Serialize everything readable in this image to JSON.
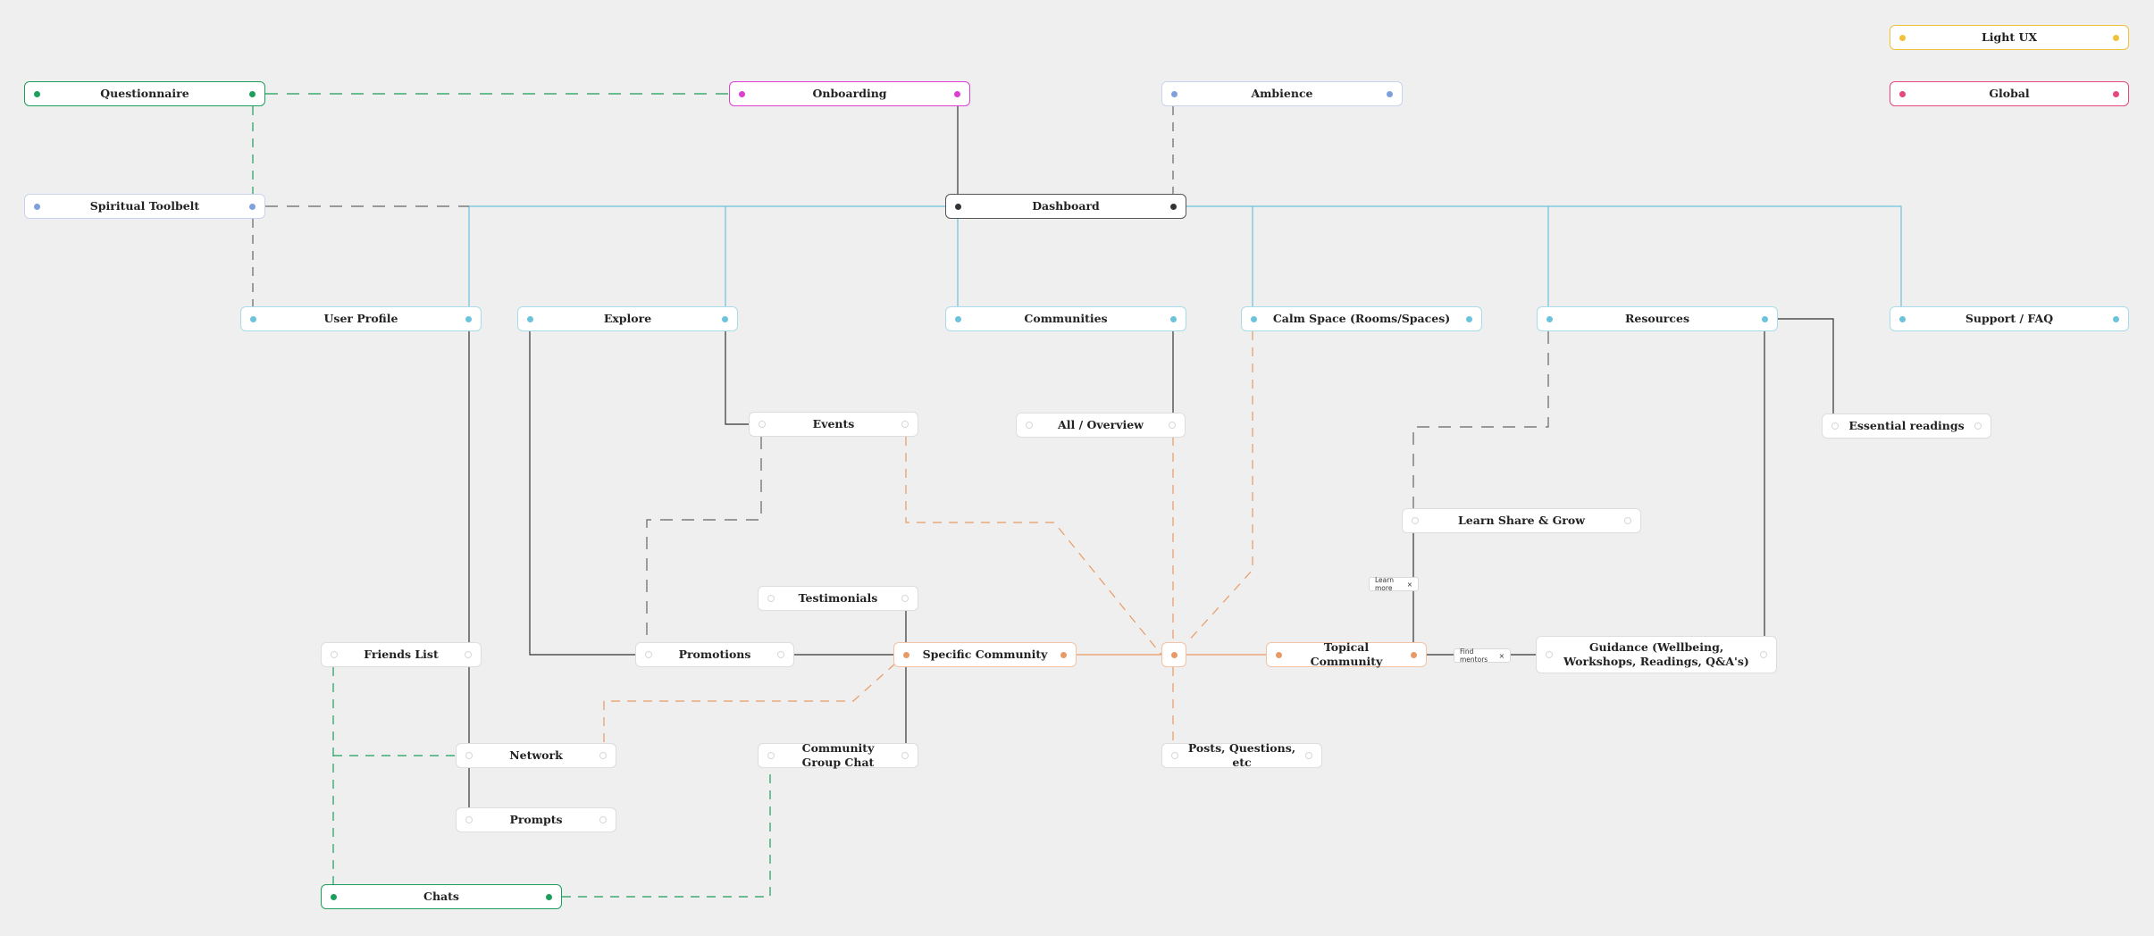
{
  "colors": {
    "teal": "#6cc3dc",
    "green": "#1e9e5c",
    "magenta": "#de3ed1",
    "gray_dark": "#333333",
    "gray_dash": "#666666",
    "orange": "#e89a66",
    "purple_blue": "#7ea0dd",
    "yellow": "#f1c13a",
    "pink": "#e5487a"
  },
  "nodes": [
    {
      "id": "light-ux",
      "label": "Light UX",
      "theme": "yellow"
    },
    {
      "id": "global",
      "label": "Global",
      "theme": "pink"
    },
    {
      "id": "questionnaire",
      "label": "Questionnaire",
      "theme": "green"
    },
    {
      "id": "onboarding",
      "label": "Onboarding",
      "theme": "magenta"
    },
    {
      "id": "ambience",
      "label": "Ambience",
      "theme": "lav"
    },
    {
      "id": "spiritual-toolbelt",
      "label": "Spiritual Toolbelt",
      "theme": "lav"
    },
    {
      "id": "dashboard",
      "label": "Dashboard",
      "theme": "dark"
    },
    {
      "id": "user-profile",
      "label": "User Profile",
      "theme": "teal"
    },
    {
      "id": "explore",
      "label": "Explore",
      "theme": "teal"
    },
    {
      "id": "communities",
      "label": "Communities",
      "theme": "teal"
    },
    {
      "id": "calm-space",
      "label": "Calm Space (Rooms/Spaces)",
      "theme": "teal"
    },
    {
      "id": "resources",
      "label": "Resources",
      "theme": "teal"
    },
    {
      "id": "support-faq",
      "label": "Support / FAQ",
      "theme": "teal"
    },
    {
      "id": "events",
      "label": "Events",
      "theme": "plain"
    },
    {
      "id": "all-overview",
      "label": "All / Overview",
      "theme": "plain"
    },
    {
      "id": "essential-readings",
      "label": "Essential readings",
      "theme": "plain"
    },
    {
      "id": "learn-share-grow",
      "label": "Learn Share & Grow",
      "theme": "plain"
    },
    {
      "id": "testimonials",
      "label": "Testimonials",
      "theme": "plain"
    },
    {
      "id": "friends-list",
      "label": "Friends List",
      "theme": "plain"
    },
    {
      "id": "promotions",
      "label": "Promotions",
      "theme": "plain"
    },
    {
      "id": "specific-community",
      "label": "Specific Community",
      "theme": "orange"
    },
    {
      "id": "hub",
      "label": "",
      "theme": "orange-hub"
    },
    {
      "id": "topical-community",
      "label": "Topical Community",
      "theme": "orange"
    },
    {
      "id": "guidance",
      "label": "Guidance (Wellbeing, Workshops, Readings, Q&A's)",
      "theme": "plain"
    },
    {
      "id": "network",
      "label": "Network",
      "theme": "plain"
    },
    {
      "id": "community-group-chat",
      "label": "Community Group Chat",
      "theme": "plain"
    },
    {
      "id": "posts-questions",
      "label": "Posts, Questions, etc",
      "theme": "plain"
    },
    {
      "id": "prompts",
      "label": "Prompts",
      "theme": "plain"
    },
    {
      "id": "chats",
      "label": "Chats",
      "theme": "green"
    }
  ],
  "edge_labels": [
    {
      "id": "learn-more",
      "text": "Learn more",
      "icon": "×"
    },
    {
      "id": "find-mentors",
      "text": "Find mentors",
      "icon": "×"
    }
  ]
}
